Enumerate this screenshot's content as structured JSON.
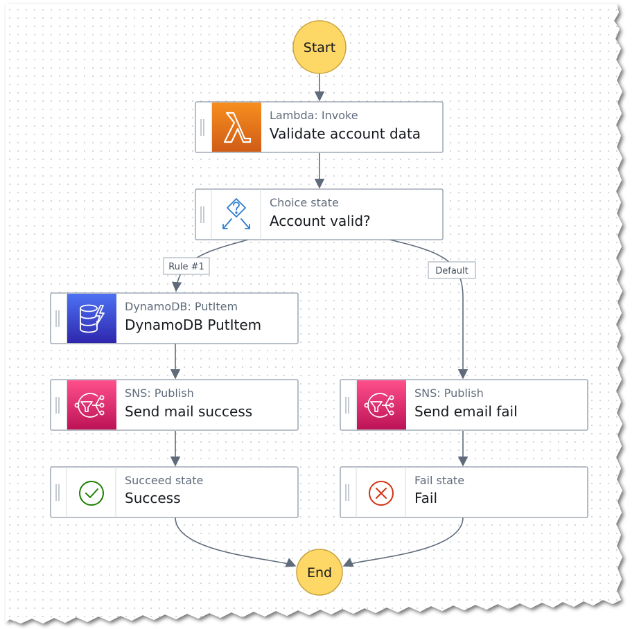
{
  "colors": {
    "lambda_orange_top": "#f78e1e",
    "lambda_orange_bottom": "#d05c17",
    "dynamo_blue_top": "#4d72f3",
    "dynamo_blue_bottom": "#2e27ad",
    "sns_pink_top": "#ff4f8b",
    "sns_pink_bottom": "#bc1356",
    "terminal_fill": "#fdd867",
    "terminal_stroke": "#c9a23a",
    "success_green": "#1d8102",
    "fail_red": "#d13212",
    "choice_blue": "#2b7bd1",
    "edge": "#5f6b7a",
    "card_border": "#8d99a8"
  },
  "start": {
    "label": "Start",
    "icon": "terminal-circle"
  },
  "end": {
    "label": "End",
    "icon": "terminal-circle"
  },
  "states": {
    "validate": {
      "type": "Lambda: Invoke",
      "name": "Validate account data",
      "icon": "lambda-icon"
    },
    "choice": {
      "type": "Choice state",
      "name": "Account valid?",
      "icon": "choice-icon"
    },
    "dynamo": {
      "type": "DynamoDB: PutItem",
      "name": "DynamoDB PutItem",
      "icon": "dynamodb-icon"
    },
    "sns_success": {
      "type": "SNS: Publish",
      "name": "Send mail success",
      "icon": "sns-icon"
    },
    "sns_fail": {
      "type": "SNS: Publish",
      "name": "Send email fail",
      "icon": "sns-icon"
    },
    "succeed": {
      "type": "Succeed state",
      "name": "Success",
      "icon": "check-circle-icon"
    },
    "fail": {
      "type": "Fail state",
      "name": "Fail",
      "icon": "x-circle-icon"
    }
  },
  "edges": {
    "rule1": "Rule #1",
    "default": "Default"
  }
}
